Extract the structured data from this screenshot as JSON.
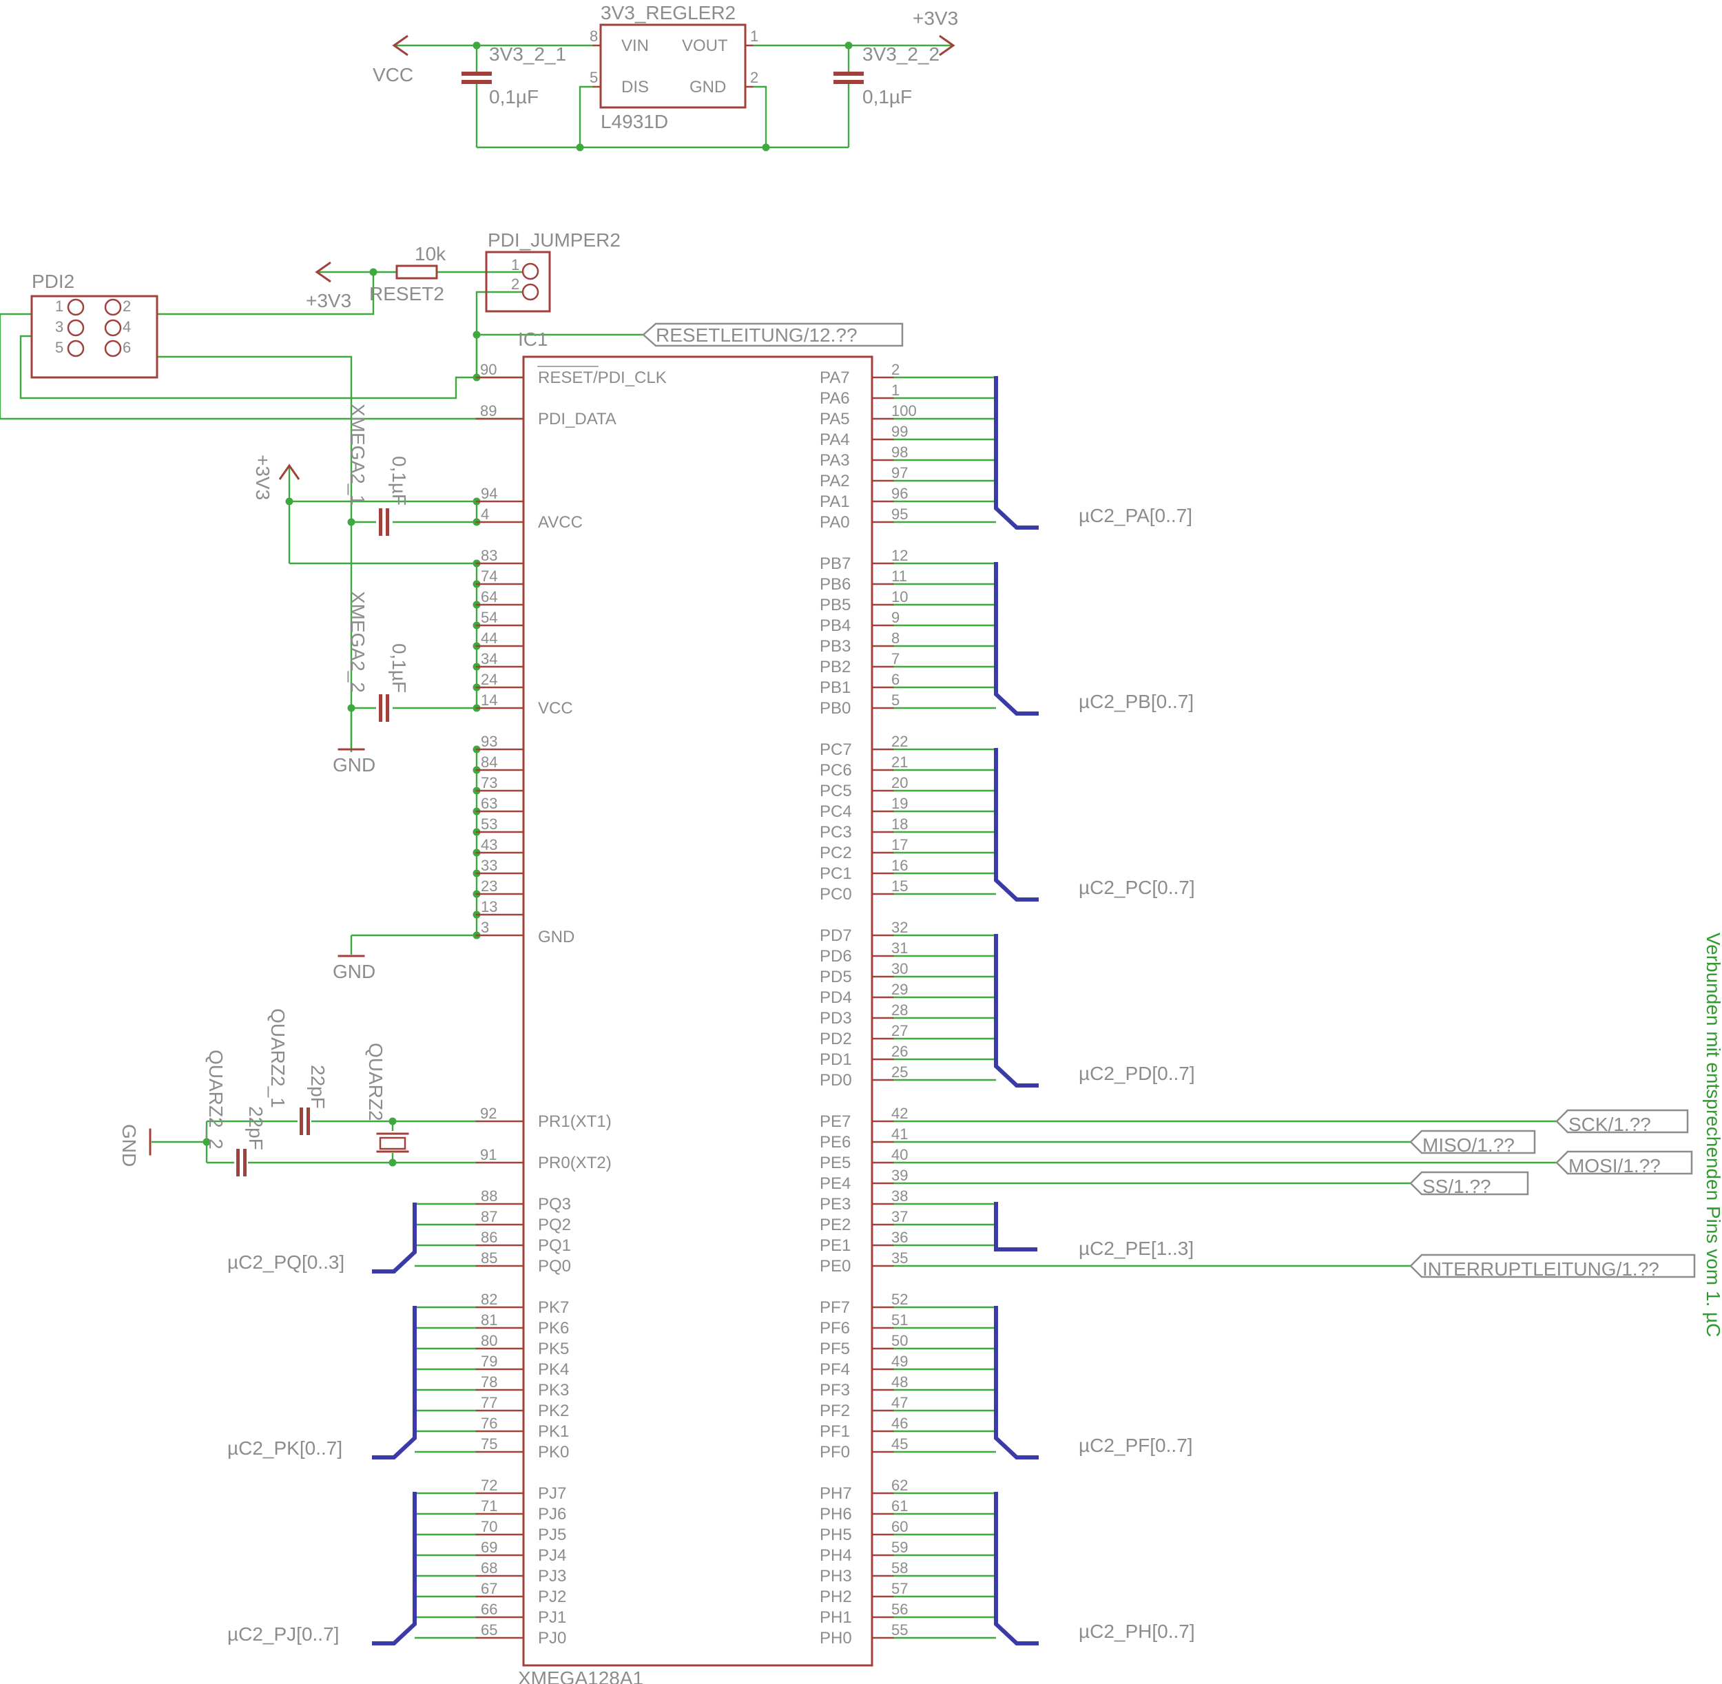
{
  "colors": {
    "part": "#a0413c",
    "wire": "#3fa83f",
    "bus": "#3a3aa8",
    "text": "#8c8c8c",
    "label": "#8c8c8c",
    "note": "#2f9a2f"
  },
  "regulator": {
    "name": "3V3_REGLER2",
    "value": "L4931D",
    "pins": {
      "vin": "VIN",
      "vout": "VOUT",
      "dis": "DIS",
      "gnd": "GND"
    },
    "pin_numbers": {
      "vin": "8",
      "vout": "1",
      "dis": "5",
      "gnd": "2"
    },
    "cap_in_name": "3V3_2_1",
    "cap_in_value": "0,1µF",
    "cap_out_name": "3V3_2_2",
    "cap_out_value": "0,1µF",
    "vcc_label": "VCC",
    "out_label": "+3V3"
  },
  "pdi": {
    "connector_name": "PDI2",
    "pins": [
      "1",
      "2",
      "3",
      "4",
      "5",
      "6"
    ],
    "jumper_name": "PDI_JUMPER2",
    "jumper_pins": [
      "1",
      "2"
    ],
    "resistor_value": "10k",
    "resistor_name": "RESET2",
    "supply_label": "+3V3",
    "reset_net": "RESETLEITUNG/12.??"
  },
  "mcu": {
    "name": "IC1",
    "value": "XMEGA128A1",
    "reset_pin": {
      "num": "90",
      "name": "RESET/PDI_CLK"
    },
    "data_pin": {
      "num": "89",
      "name": "PDI_DATA"
    },
    "avcc_pins": [
      "94",
      "4"
    ],
    "avcc_label": "AVCC",
    "vcc_pins": [
      "83",
      "74",
      "64",
      "54",
      "44",
      "34",
      "24",
      "14"
    ],
    "vcc_label": "VCC",
    "gnd_pins": [
      "93",
      "84",
      "73",
      "63",
      "53",
      "43",
      "33",
      "23",
      "13",
      "3"
    ],
    "gnd_label": "GND",
    "xt1": {
      "num": "92",
      "name": "PR1(XT1)"
    },
    "xt2": {
      "num": "91",
      "name": "PR0(XT2)"
    }
  },
  "decoupling": {
    "c1_name": "XMEGA2_1",
    "c1_value": "0,1µF",
    "c2_name": "XMEGA2_2",
    "c2_value": "0,1µF",
    "supply_label": "+3V3",
    "gnd_label": "GND"
  },
  "crystal": {
    "name": "QUARZ2",
    "c1_name": "QUARZ2_1",
    "c1_value": "22pF",
    "c2_name": "QUARZ2_2",
    "c2_value": "22pF",
    "gnd_label": "GND"
  },
  "right_ports": [
    {
      "bus": "µC2_PA[0..7]",
      "pins": [
        [
          "PA7",
          "2"
        ],
        [
          "PA6",
          "1"
        ],
        [
          "PA5",
          "100"
        ],
        [
          "PA4",
          "99"
        ],
        [
          "PA3",
          "98"
        ],
        [
          "PA2",
          "97"
        ],
        [
          "PA1",
          "96"
        ],
        [
          "PA0",
          "95"
        ]
      ]
    },
    {
      "bus": "µC2_PB[0..7]",
      "pins": [
        [
          "PB7",
          "12"
        ],
        [
          "PB6",
          "11"
        ],
        [
          "PB5",
          "10"
        ],
        [
          "PB4",
          "9"
        ],
        [
          "PB3",
          "8"
        ],
        [
          "PB2",
          "7"
        ],
        [
          "PB1",
          "6"
        ],
        [
          "PB0",
          "5"
        ]
      ]
    },
    {
      "bus": "µC2_PC[0..7]",
      "pins": [
        [
          "PC7",
          "22"
        ],
        [
          "PC6",
          "21"
        ],
        [
          "PC5",
          "20"
        ],
        [
          "PC4",
          "19"
        ],
        [
          "PC3",
          "18"
        ],
        [
          "PC2",
          "17"
        ],
        [
          "PC1",
          "16"
        ],
        [
          "PC0",
          "15"
        ]
      ]
    },
    {
      "bus": "µC2_PD[0..7]",
      "pins": [
        [
          "PD7",
          "32"
        ],
        [
          "PD6",
          "31"
        ],
        [
          "PD5",
          "30"
        ],
        [
          "PD4",
          "29"
        ],
        [
          "PD3",
          "28"
        ],
        [
          "PD2",
          "27"
        ],
        [
          "PD1",
          "26"
        ],
        [
          "PD0",
          "25"
        ]
      ]
    },
    {
      "bus": "µC2_PE[1..3]",
      "pins": [
        [
          "PE7",
          "42"
        ],
        [
          "PE6",
          "41"
        ],
        [
          "PE5",
          "40"
        ],
        [
          "PE4",
          "39"
        ],
        [
          "PE3",
          "38"
        ],
        [
          "PE2",
          "37"
        ],
        [
          "PE1",
          "36"
        ],
        [
          "PE0",
          "35"
        ]
      ]
    },
    {
      "bus": "µC2_PF[0..7]",
      "pins": [
        [
          "PF7",
          "52"
        ],
        [
          "PF6",
          "51"
        ],
        [
          "PF5",
          "50"
        ],
        [
          "PF4",
          "49"
        ],
        [
          "PF3",
          "48"
        ],
        [
          "PF2",
          "47"
        ],
        [
          "PF1",
          "46"
        ],
        [
          "PF0",
          "45"
        ]
      ]
    },
    {
      "bus": "µC2_PH[0..7]",
      "pins": [
        [
          "PH7",
          "62"
        ],
        [
          "PH6",
          "61"
        ],
        [
          "PH5",
          "60"
        ],
        [
          "PH4",
          "59"
        ],
        [
          "PH3",
          "58"
        ],
        [
          "PH2",
          "57"
        ],
        [
          "PH1",
          "56"
        ],
        [
          "PH0",
          "55"
        ]
      ]
    }
  ],
  "left_ports": [
    {
      "bus": "µC2_PQ[0..3]",
      "pins": [
        [
          "PQ3",
          "88"
        ],
        [
          "PQ2",
          "87"
        ],
        [
          "PQ1",
          "86"
        ],
        [
          "PQ0",
          "85"
        ]
      ]
    },
    {
      "bus": "µC2_PK[0..7]",
      "pins": [
        [
          "PK7",
          "82"
        ],
        [
          "PK6",
          "81"
        ],
        [
          "PK5",
          "80"
        ],
        [
          "PK4",
          "79"
        ],
        [
          "PK3",
          "78"
        ],
        [
          "PK2",
          "77"
        ],
        [
          "PK1",
          "76"
        ],
        [
          "PK0",
          "75"
        ]
      ]
    },
    {
      "bus": "µC2_PJ[0..7]",
      "pins": [
        [
          "PJ7",
          "72"
        ],
        [
          "PJ6",
          "71"
        ],
        [
          "PJ5",
          "70"
        ],
        [
          "PJ4",
          "69"
        ],
        [
          "PJ3",
          "68"
        ],
        [
          "PJ2",
          "67"
        ],
        [
          "PJ1",
          "66"
        ],
        [
          "PJ0",
          "65"
        ]
      ]
    }
  ],
  "pe_nets": {
    "pe7": "SCK/1.??",
    "pe6": "MISO/1.??",
    "pe5": "MOSI/1.??",
    "pe4": "SS/1.??",
    "pe0": "INTERRUPTLEITUNG/1.??"
  },
  "note": "Verbunden mit entsprechenden Pins vom 1. µC"
}
